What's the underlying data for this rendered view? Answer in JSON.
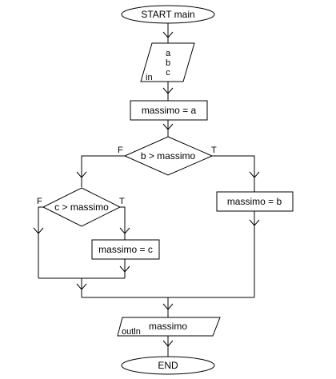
{
  "flowchart": {
    "start": "START main",
    "input": {
      "variables": [
        "a",
        "b",
        "c"
      ],
      "tag": "in"
    },
    "assign_a": "massimo = a",
    "decision_b": {
      "condition": "b > massimo",
      "false_label": "F",
      "true_label": "T"
    },
    "assign_b": "massimo = b",
    "decision_c": {
      "condition": "c > massimo",
      "false_label": "F",
      "true_label": "T"
    },
    "assign_c": "massimo = c",
    "output": {
      "variable": "massimo",
      "tag": "outln"
    },
    "end": "END"
  }
}
